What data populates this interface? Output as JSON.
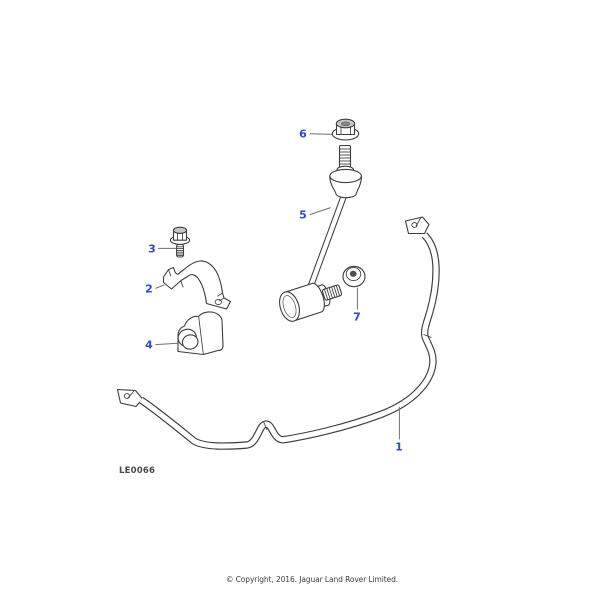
{
  "diagram": {
    "code_label": "LE0066",
    "footer": {
      "copyright": "© Copyright, 2016. Jaguar Land Rover Limited."
    },
    "callouts": [
      {
        "label": "1"
      },
      {
        "label": "2"
      },
      {
        "label": "3"
      },
      {
        "label": "4"
      },
      {
        "label": "5"
      },
      {
        "label": "6"
      },
      {
        "label": "7"
      }
    ],
    "colors": {
      "callout_blue": "#2e49cf",
      "drawing_line": "#3d3d3d",
      "leader_gray": "#6f6f6f",
      "background": "#ffffff"
    }
  }
}
